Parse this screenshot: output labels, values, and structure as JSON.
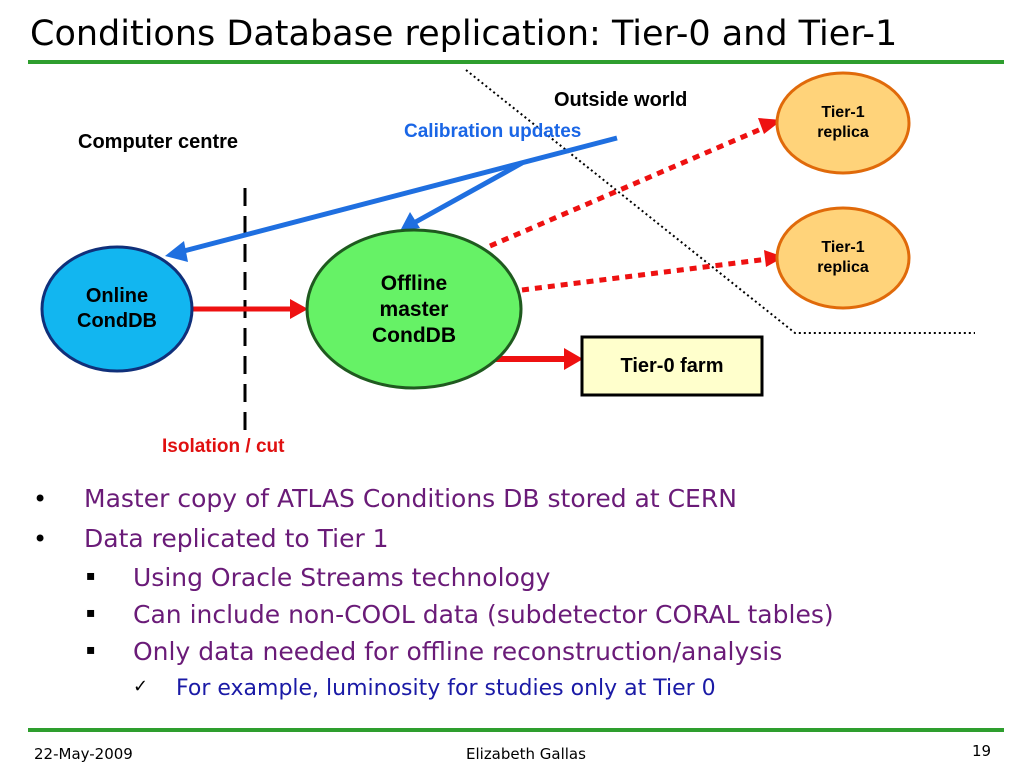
{
  "title": "Conditions Database replication: Tier-0 and Tier-1",
  "diagram": {
    "outside_world": "Outside world",
    "computer_centre": "Computer centre",
    "calibration_updates": "Calibration updates",
    "isolation_cut": "Isolation / cut",
    "online_conddb": [
      "Online",
      "CondDB"
    ],
    "offline_master": [
      "Offline",
      "master",
      "CondDB"
    ],
    "tier0_farm": "Tier-0 farm",
    "tier1_replica_top": [
      "Tier-1",
      "replica"
    ],
    "tier1_replica_mid": [
      "Tier-1",
      "replica"
    ],
    "colors": {
      "online_fill": "#12b6f0",
      "offline_fill": "#66f266",
      "tier1_fill": "#ffd37a",
      "tier1_border": "#e06a0a",
      "tier0_fill": "#ffffcc",
      "arrow_blue": "#1f6fe0",
      "arrow_red": "#ee1111",
      "calibration_text": "#1a66e6",
      "isolation_text": "#e01010"
    }
  },
  "bullets": [
    {
      "level": 1,
      "text": "Master copy of ATLAS Conditions DB stored at CERN"
    },
    {
      "level": 1,
      "text": "Data replicated to Tier 1"
    },
    {
      "level": 2,
      "text": "Using Oracle Streams technology"
    },
    {
      "level": 2,
      "text": "Can include non-COOL data (subdetector CORAL tables)"
    },
    {
      "level": 2,
      "text": "Only data needed for offline reconstruction/analysis"
    },
    {
      "level": 3,
      "text": "For example, luminosity for studies only at Tier 0"
    }
  ],
  "markers": {
    "level1": "•",
    "level2": "▪",
    "level3": "✓"
  },
  "footer": {
    "date": "22-May-2009",
    "author": "Elizabeth Gallas",
    "page": "19"
  }
}
